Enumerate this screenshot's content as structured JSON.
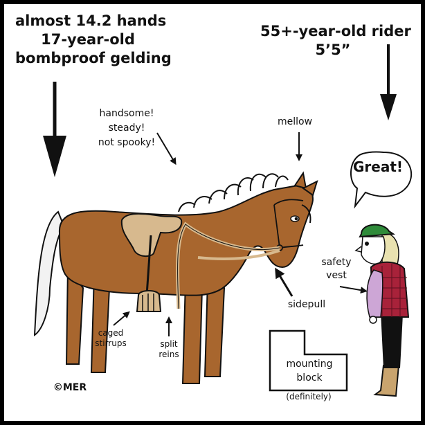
{
  "captions": {
    "horse_desc": [
      "almost 14.2 hands",
      "17-year-old",
      "bombproof gelding"
    ],
    "rider_desc": [
      "55+-year-old rider",
      "5’5”"
    ],
    "praise": [
      "handsome!",
      "steady!",
      "not spooky!"
    ],
    "mellow": "mellow",
    "great": "Great!",
    "safety_vest": [
      "safety",
      "vest"
    ],
    "sidepull": "sidepull",
    "caged_stirrups": [
      "caged",
      "stirrups"
    ],
    "split_reins": [
      "split",
      "reins"
    ],
    "mounting_block": [
      "mounting",
      "block"
    ],
    "definitely": "(definitely)",
    "copyright": "©MER"
  },
  "colors": {
    "horse": "#a8662e",
    "saddle": "#d7b98e",
    "helmet": "#2f8b3a",
    "vest": "#a8223a",
    "sleeve": "#cda6d6",
    "boots": "#c9a46e",
    "hair": "#e9e2b0"
  }
}
